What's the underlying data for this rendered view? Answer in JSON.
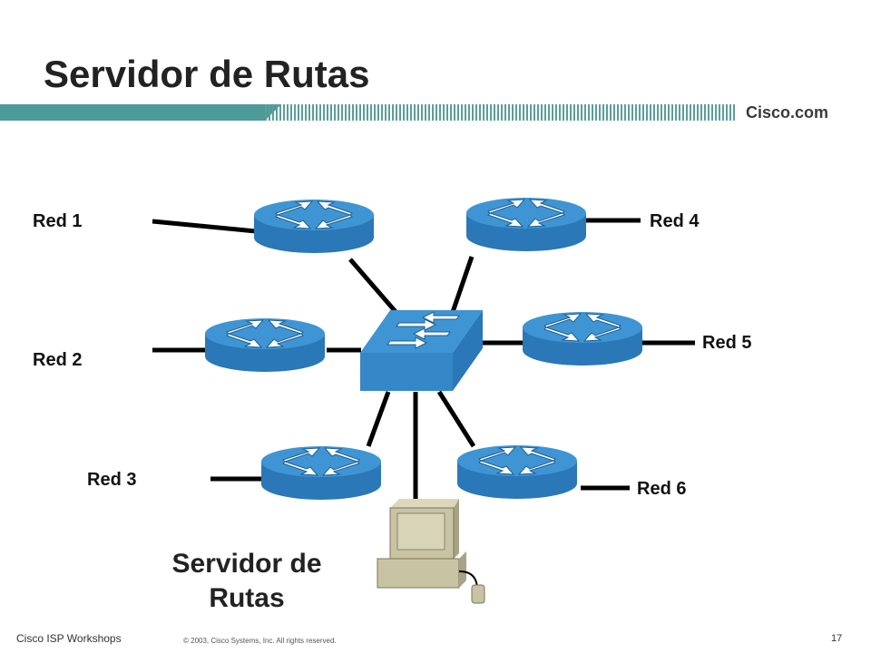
{
  "title": "Servidor de Rutas",
  "brand": "Cisco.com",
  "networks": {
    "red1": "Red 1",
    "red2": "Red 2",
    "red3": "Red 3",
    "red4": "Red 4",
    "red5": "Red 5",
    "red6": "Red 6"
  },
  "server_label": {
    "line1": "Servidor de",
    "line2": "Rutas"
  },
  "footer": {
    "left": "Cisco ISP Workshops",
    "copyright": "© 2003, Cisco Systems, Inc. All rights reserved.",
    "page": "17"
  },
  "icons": {
    "router": "router-icon",
    "switch": "switch-icon",
    "server": "workstation-icon"
  },
  "colors": {
    "device_top": "#3b8fcf",
    "device_side": "#2a78b8",
    "band": "#4d9a98",
    "computer": "#c8c3a3"
  }
}
